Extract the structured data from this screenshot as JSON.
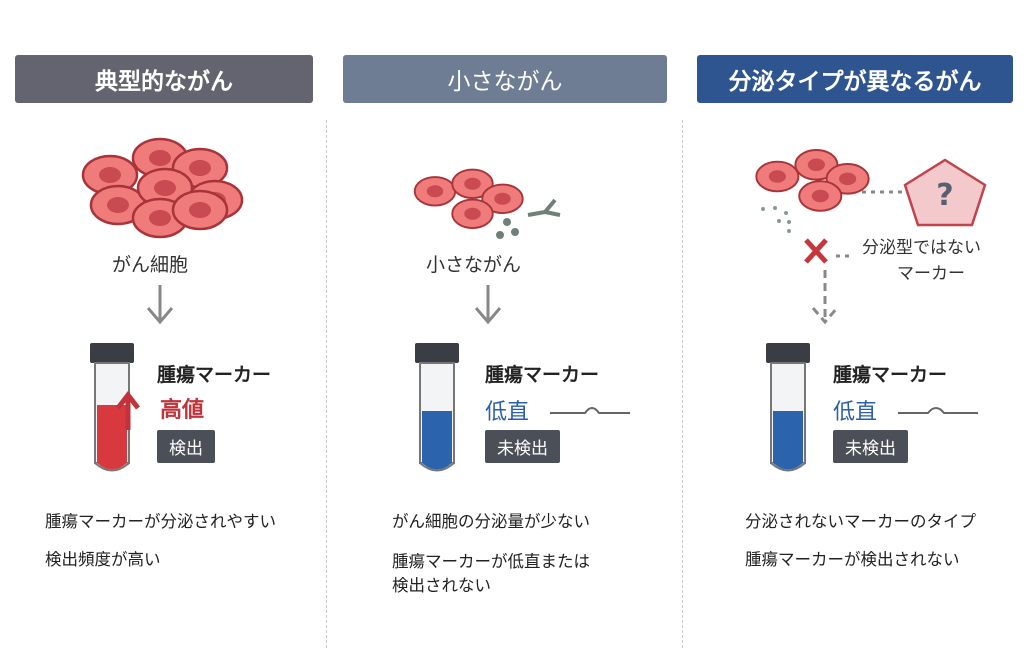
{
  "columns": [
    {
      "title": "典型的ながん",
      "cell_label": "がん細胞",
      "marker_label": "腫瘍マーカー",
      "value": "高値",
      "status": "検出",
      "desc": [
        "腫瘍マーカーが分泌されやすい",
        "検出頻度が高い"
      ]
    },
    {
      "title": "小さながん",
      "cell_label": "小さながん",
      "marker_label": "腫瘍マーカー",
      "value": "低直",
      "status": "未検出",
      "desc": [
        "がん細胞の分泌量が少ない",
        "腫瘍マーカーが低直または",
        "検出されない"
      ]
    },
    {
      "title": "分泌タイプが異なるがん",
      "note": [
        "分泌型ではない",
        "マーカー"
      ],
      "marker_label": "腫瘍マーカー",
      "value": "低直",
      "status": "未検出",
      "desc": [
        "分泌されないマーカーのタイプ",
        "腫瘍マーカーが検出されない"
      ]
    }
  ],
  "colors": {
    "header1": "#63646f",
    "header2": "#6f7d94",
    "header3": "#2f5591",
    "high": "#c0333a",
    "low": "#2a5fa8",
    "cell": "#ef7b7b"
  }
}
